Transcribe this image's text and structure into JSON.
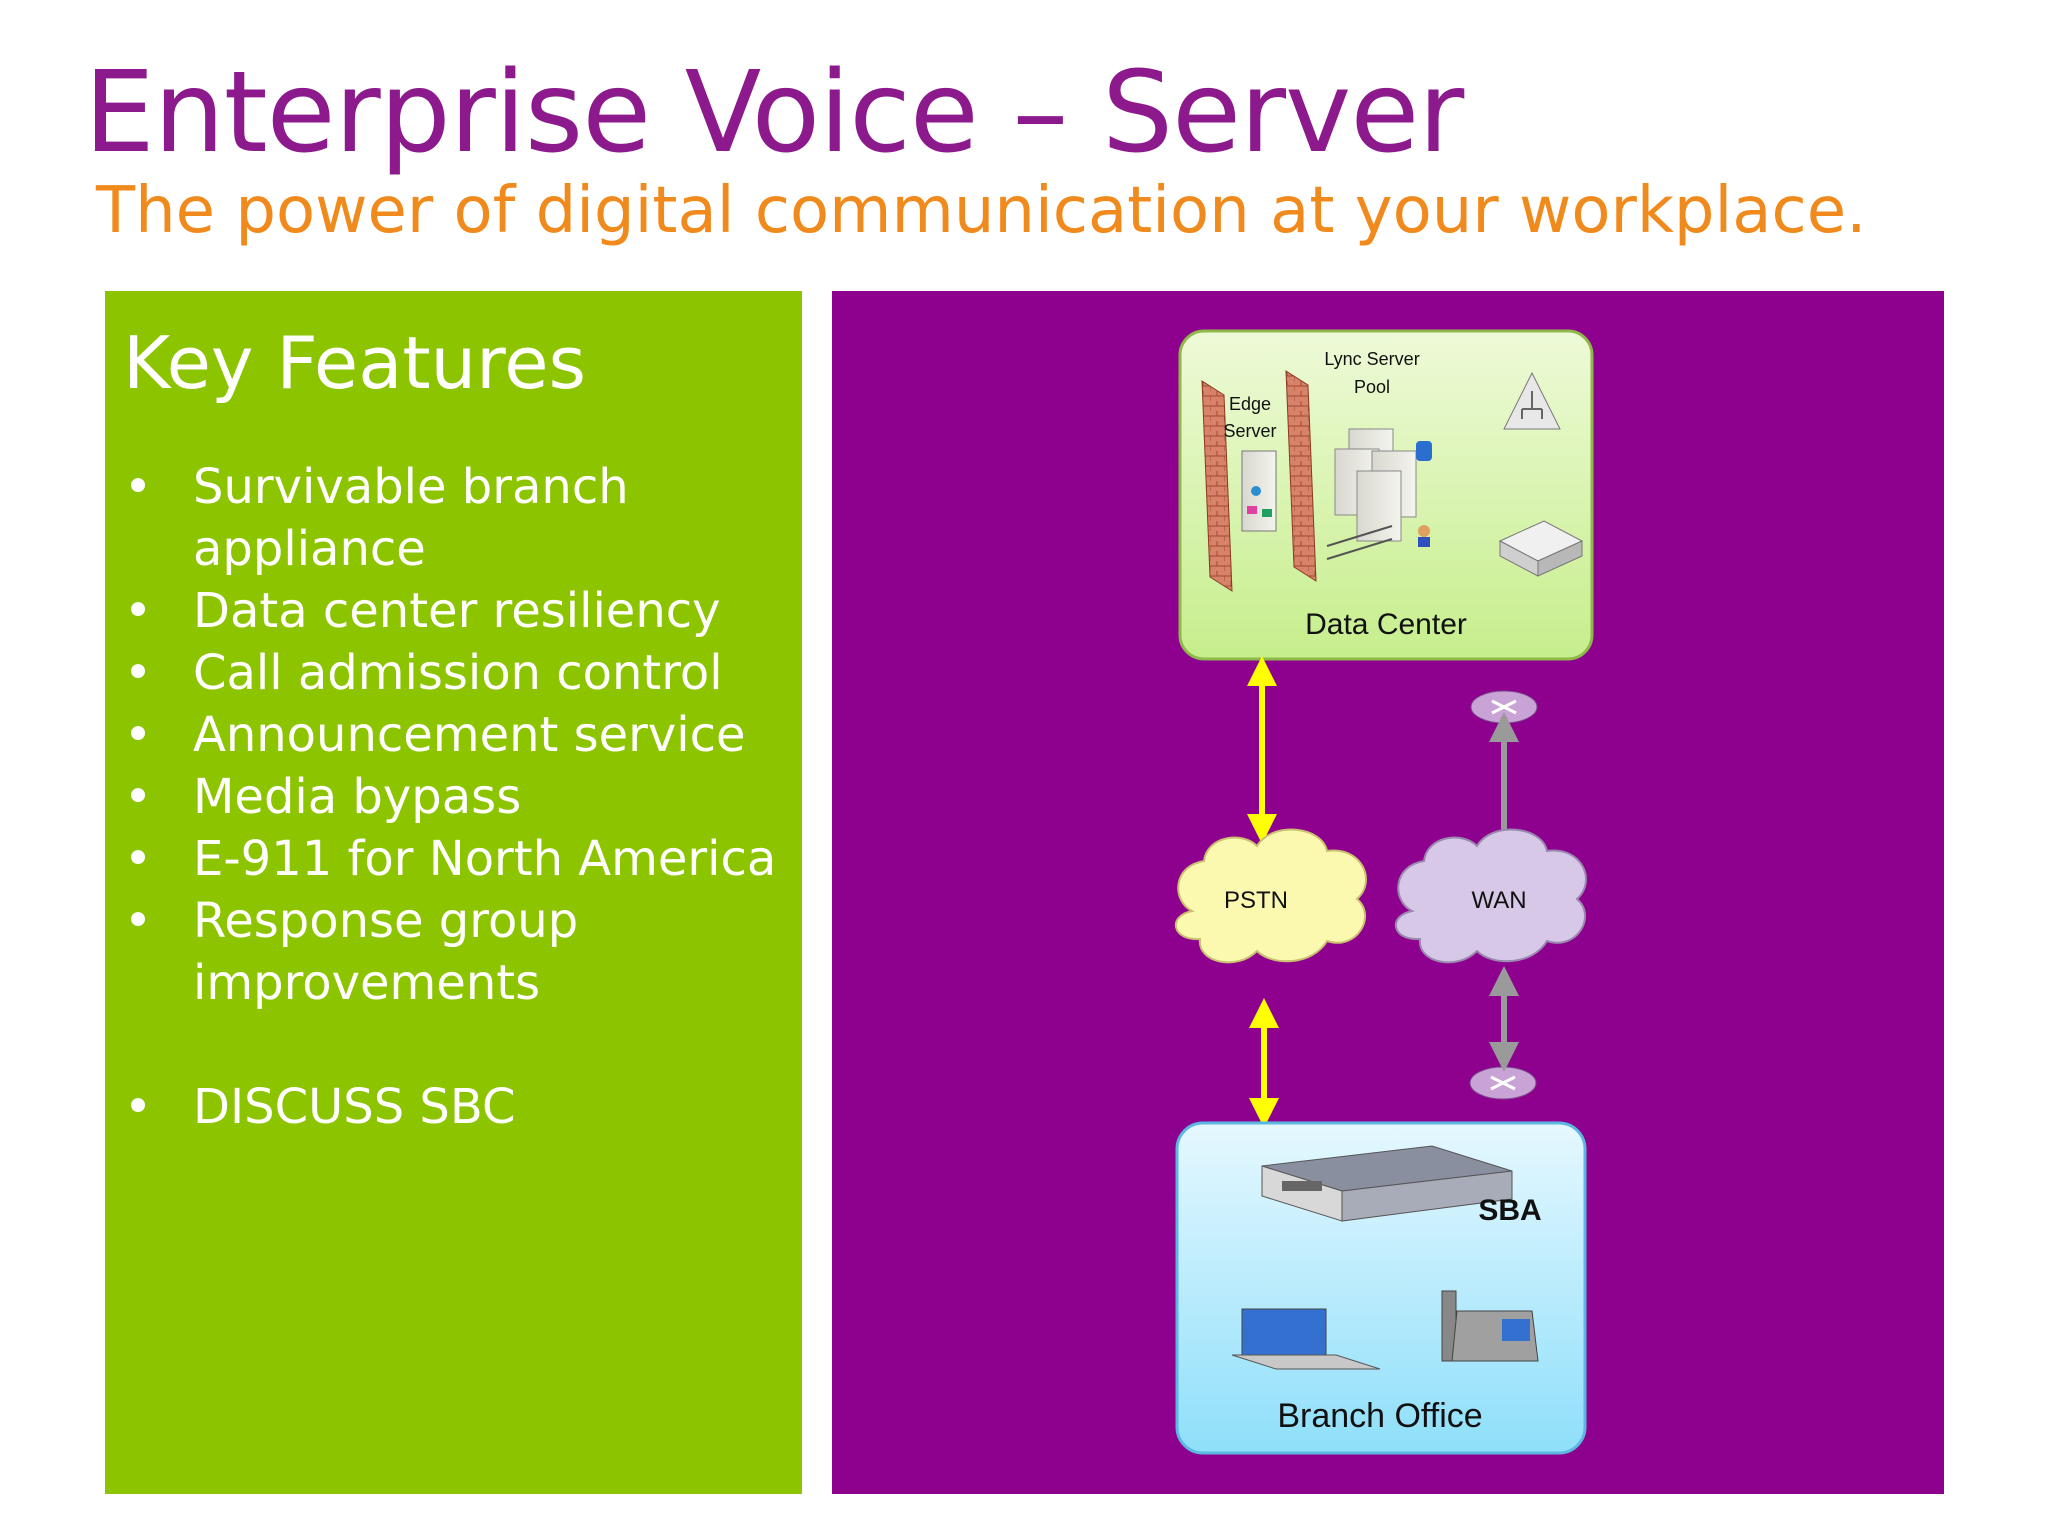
{
  "slide": {
    "title": "Enterprise Voice – Server",
    "subtitle": "The power of digital communication at your workplace."
  },
  "features": {
    "heading": "Key Features",
    "items": [
      {
        "label": "Survivable branch appliance"
      },
      {
        "label": "Data center resiliency"
      },
      {
        "label": "Call admission control"
      },
      {
        "label": "Announcement service"
      },
      {
        "label": "Media bypass"
      },
      {
        "label": "E-911 for North America"
      },
      {
        "label": "Response group improvements"
      },
      {
        "label": "DISCUSS SBC"
      }
    ]
  },
  "diagram": {
    "data_center": {
      "label": "Data Center",
      "edge_server_label_line1": "Edge",
      "edge_server_label_line2": "Server",
      "pool_label_line1": "Lync Server",
      "pool_label_line2": "Pool"
    },
    "clouds": {
      "pstn": "PSTN",
      "wan": "WAN"
    },
    "branch_office": {
      "label": "Branch Office",
      "sba_label": "SBA"
    },
    "colors": {
      "background": "#8e008e",
      "data_center_fill": "#d8f5b0",
      "branch_fill": "#bfeefc",
      "pstn_arrow": "#ffff00",
      "wan_arrow": "#9a9a9a",
      "pstn_cloud": "#fbf9b0",
      "wan_cloud": "#d8c8e8"
    }
  }
}
